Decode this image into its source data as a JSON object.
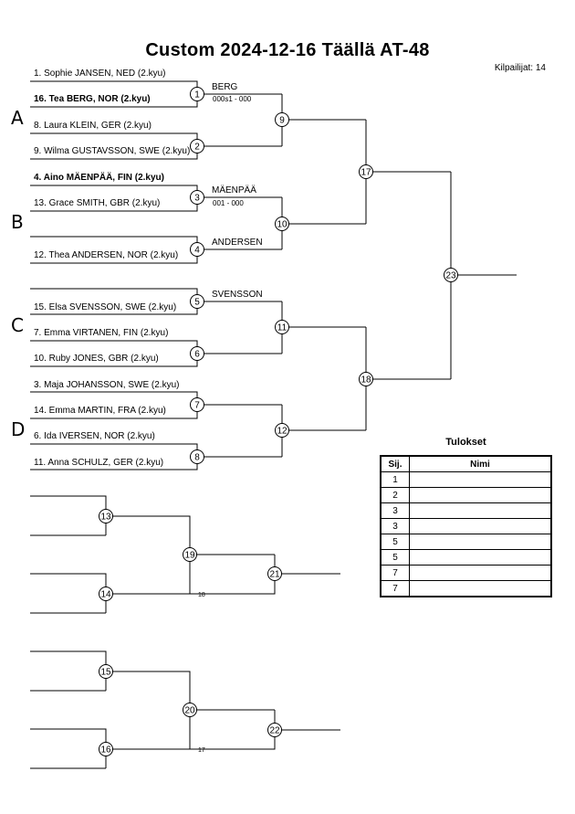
{
  "header": {
    "title": "Custom  2024-12-16  Täällä   AT-48",
    "participants": "Kilpailijat: 14"
  },
  "pools": [
    "A",
    "B",
    "C",
    "D"
  ],
  "players": [
    {
      "text": "1. Sophie JANSEN, NED (2.kyu)",
      "bold": false
    },
    {
      "text": "16. Tea BERG, NOR (2.kyu)",
      "bold": true
    },
    {
      "text": "8. Laura KLEIN, GER (2.kyu)",
      "bold": false
    },
    {
      "text": "9. Wilma GUSTAVSSON, SWE (2.kyu)",
      "bold": false
    },
    {
      "text": "4. Aino MÄENPÄÄ, FIN (2.kyu)",
      "bold": true
    },
    {
      "text": "13. Grace SMITH, GBR (2.kyu)",
      "bold": false
    },
    {
      "text": "12. Thea ANDERSEN, NOR (2.kyu)",
      "bold": false
    },
    {
      "text": "15. Elsa SVENSSON, SWE (2.kyu)",
      "bold": false
    },
    {
      "text": "7. Emma VIRTANEN, FIN (2.kyu)",
      "bold": false
    },
    {
      "text": "10. Ruby JONES, GBR (2.kyu)",
      "bold": false
    },
    {
      "text": "3. Maja JOHANSSON, SWE (2.kyu)",
      "bold": false
    },
    {
      "text": "14. Emma MARTIN, FRA (2.kyu)",
      "bold": false
    },
    {
      "text": "6. Ida IVERSEN, NOR (2.kyu)",
      "bold": false
    },
    {
      "text": "11. Anna SCHULZ, GER (2.kyu)",
      "bold": false
    }
  ],
  "winners": [
    {
      "name": "BERG",
      "score": "000s1 - 000"
    },
    {
      "name": "MÄENPÄÄ",
      "score": "001 - 000"
    },
    {
      "name": "ANDERSEN",
      "score": ""
    },
    {
      "name": "SVENSSON",
      "score": ""
    }
  ],
  "matches": [
    "1",
    "2",
    "3",
    "4",
    "5",
    "6",
    "7",
    "8",
    "9",
    "10",
    "11",
    "12",
    "13",
    "14",
    "15",
    "16",
    "17",
    "18",
    "19",
    "20",
    "21",
    "22",
    "23"
  ],
  "notes": {
    "from_18": "18",
    "from_17": "17"
  },
  "results": {
    "title": "Tulokset",
    "col_place": "Sij.",
    "col_name": "Nimi",
    "places": [
      "1",
      "2",
      "3",
      "3",
      "5",
      "5",
      "7",
      "7"
    ]
  }
}
